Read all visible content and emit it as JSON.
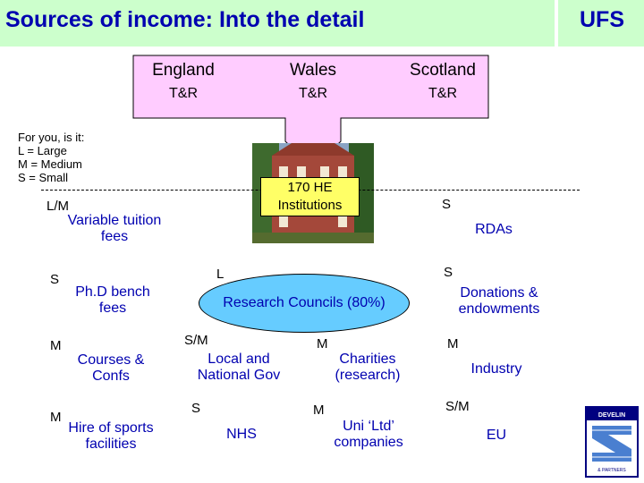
{
  "header": {
    "title": "Sources of income: Into the detail",
    "brand": "UFS"
  },
  "funders": [
    {
      "nation": "England",
      "sub": "T&R"
    },
    {
      "nation": "Wales",
      "sub": "T&R"
    },
    {
      "nation": "Scotland",
      "sub": "T&R"
    }
  ],
  "legend": "For you, is it:\nL = Large\nM = Medium\nS = Small",
  "center": {
    "label": "170 HE Institutions"
  },
  "sources": {
    "tuition": {
      "size": "L/M",
      "label": "Variable tuition fees"
    },
    "rdas": {
      "size": "S",
      "label": "RDAs"
    },
    "phd": {
      "size": "S",
      "label": "Ph.D bench fees"
    },
    "research": {
      "size": "L",
      "label": "Research Councils (80%)"
    },
    "donations": {
      "size": "S",
      "label": "Donations & endowments"
    },
    "courses": {
      "size": "M",
      "label": "Courses & Confs"
    },
    "local": {
      "size": "S/M",
      "label": "Local and National Gov"
    },
    "charities": {
      "size": "M",
      "label": "Charities (research)"
    },
    "industry": {
      "size": "M",
      "label": "Industry"
    },
    "sports": {
      "size": "M",
      "label": "Hire of sports facilities"
    },
    "nhs": {
      "size": "S",
      "label": "NHS"
    },
    "uni": {
      "size": "M",
      "label": "Uni ‘Ltd’ companies"
    },
    "eu": {
      "size": "S/M",
      "label": "EU"
    }
  },
  "logo": {
    "name": "DEVELIN",
    "suffix": "& PARTNERS"
  },
  "colors": {
    "title": "#0000b0",
    "header_bg": "#ccffcc",
    "arrow_fill": "#ffccff",
    "center_fill": "#ffff66",
    "research_fill": "#66ccff"
  }
}
